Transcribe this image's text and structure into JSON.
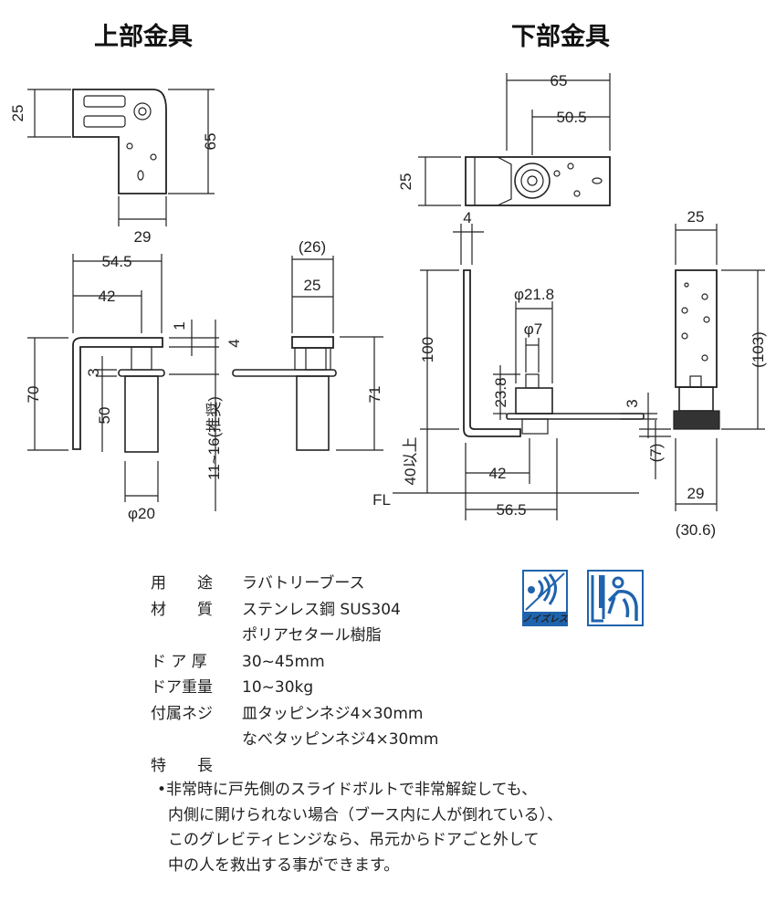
{
  "titles": {
    "upper": "上部金具",
    "lower": "下部金具"
  },
  "upper_dims": {
    "top_h": "25",
    "top_total_h": "65",
    "top_w": "29",
    "side_w_total": "54.5",
    "side_w_axis": "42",
    "side_h": "70",
    "washer_gap": "3",
    "pin_len": "50",
    "plate_t": "1",
    "top_gap": "4",
    "door_gap": "11~16(推奨)",
    "pin_dia": "φ20",
    "front_w_outer": "(26)",
    "front_w": "25",
    "front_h": "71"
  },
  "lower_dims": {
    "top_w": "65",
    "top_axis": "50.5",
    "top_h": "25",
    "plate_t": "4",
    "side_h": "100",
    "boss_dia": "φ21.8",
    "pin_dia": "φ7",
    "pin_h": "23.8",
    "plate_gap": "3",
    "floor_clear": "40以上",
    "floor": "FL",
    "axis_dist": "42",
    "total_w": "56.5",
    "right_gap": "(7)",
    "right_w_top": "25",
    "right_h": "(103)",
    "right_w": "29",
    "right_w_outer": "(30.6)"
  },
  "specs": [
    {
      "label": "用　　途",
      "value": "ラバトリーブース"
    },
    {
      "label": "材　　質",
      "value": "ステンレス鋼 SUS304"
    },
    {
      "label": "",
      "value": "ポリアセタール樹脂"
    },
    {
      "label": "ド ア 厚",
      "value": "30~45mm"
    },
    {
      "label": "ドア重量",
      "value": "10~30kg"
    },
    {
      "label": "付属ネジ",
      "value": "皿タッピンネジ4×30mm"
    },
    {
      "label": "",
      "value": "なべタッピンネジ4×30mm"
    },
    {
      "label": "特　　長",
      "value": ""
    }
  ],
  "features": {
    "bullet": "•",
    "lines": [
      "非常時に戸先側のスライドボルトで非常解錠しても、",
      "内側に開けられない場合（ブース内に人が倒れている）、",
      "このグレビティヒンジなら、吊元からドアごと外して",
      "中の人を救出する事ができます。"
    ]
  },
  "icons": {
    "noiseless_label": "ノイズレス",
    "color": "#1f63ad"
  }
}
